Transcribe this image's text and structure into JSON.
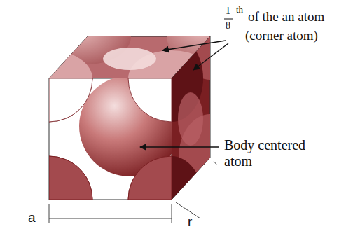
{
  "diagram": {
    "labels": [
      "1",
      "8",
      "th",
      "of the an atom",
      "(corner atom)",
      "Body centered atom",
      "a",
      "r"
    ]
  }
}
